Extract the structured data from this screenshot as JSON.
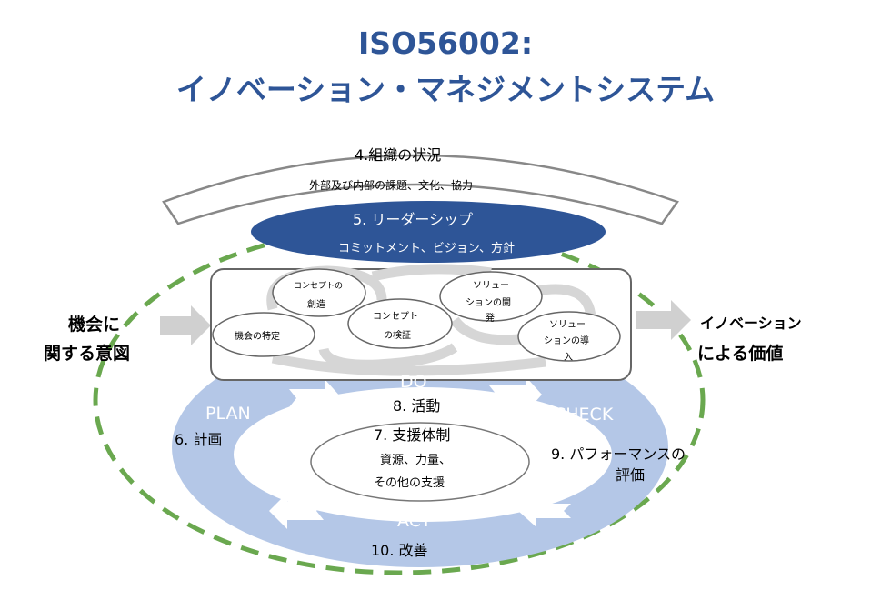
{
  "title": {
    "line1": "ISO56002:",
    "line2": "イノベーション・マネジメントシステム"
  },
  "context": {
    "heading": "4.組織の状況",
    "subtitle": "外部及び内部の課題、文化、協力"
  },
  "leadership": {
    "heading": "5. リーダーシップ",
    "subtitle": "コミットメント、ビジョン、方針"
  },
  "input": {
    "line1": "機会に",
    "line2": "関する意図"
  },
  "output": {
    "line1": "イノベーション",
    "line2": "による価値"
  },
  "processes": {
    "identify": "機会の特定",
    "create_line1": "コンセプトの",
    "create_line2": "創造",
    "validate_line1": "コンセプト",
    "validate_line2": "の検証",
    "develop_line1": "ソリュー",
    "develop_line2": "ションの開",
    "develop_line3": "発",
    "deploy_line1": "ソリュー",
    "deploy_line2": "ションの導",
    "deploy_line3": "入"
  },
  "cycle": {
    "plan": "PLAN",
    "do": "DO",
    "check": "CHECK",
    "act": "ACT"
  },
  "clauses": {
    "planning": "6. 計画",
    "operation": "8. 活動",
    "support_heading": "7. 支援体制",
    "support_line1": "資源、力量、",
    "support_line2": "その他の支援",
    "evaluation_line1": "9. パフォーマンスの",
    "evaluation_line2": "評価",
    "improvement": "10. 改善"
  },
  "colors": {
    "title": "#2e5597",
    "leadership_fill": "#2e5597",
    "cycle_fill": "#b4c7e7",
    "dashed_border": "#6aa84f",
    "arrow_gray": "#d0d0d0"
  }
}
